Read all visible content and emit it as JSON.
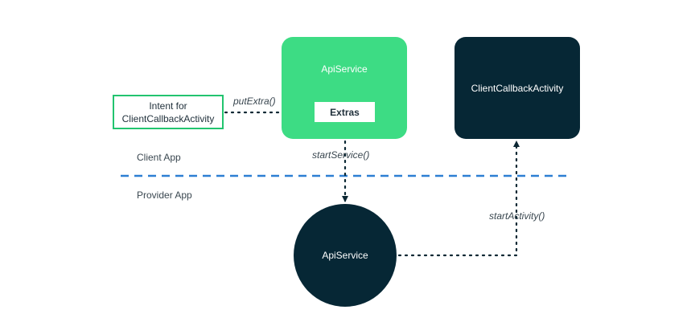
{
  "nodes": {
    "intent": {
      "line1": "Intent for",
      "line2": "ClientCallbackActivity"
    },
    "api_service_client": "ApiService",
    "extras": "Extras",
    "client_callback_activity": "ClientCallbackActivity",
    "api_service_provider": "ApiService"
  },
  "zones": {
    "client": "Client App",
    "provider": "Provider App"
  },
  "edges": {
    "put_extra": "putExtra()",
    "start_service": "startService()",
    "start_activity": "startActivity()"
  },
  "colors": {
    "green": "#3ddc84",
    "green_border": "#22c46f",
    "dark": "#062735",
    "divider": "#2d7fd3",
    "connector": "#0b2733"
  }
}
